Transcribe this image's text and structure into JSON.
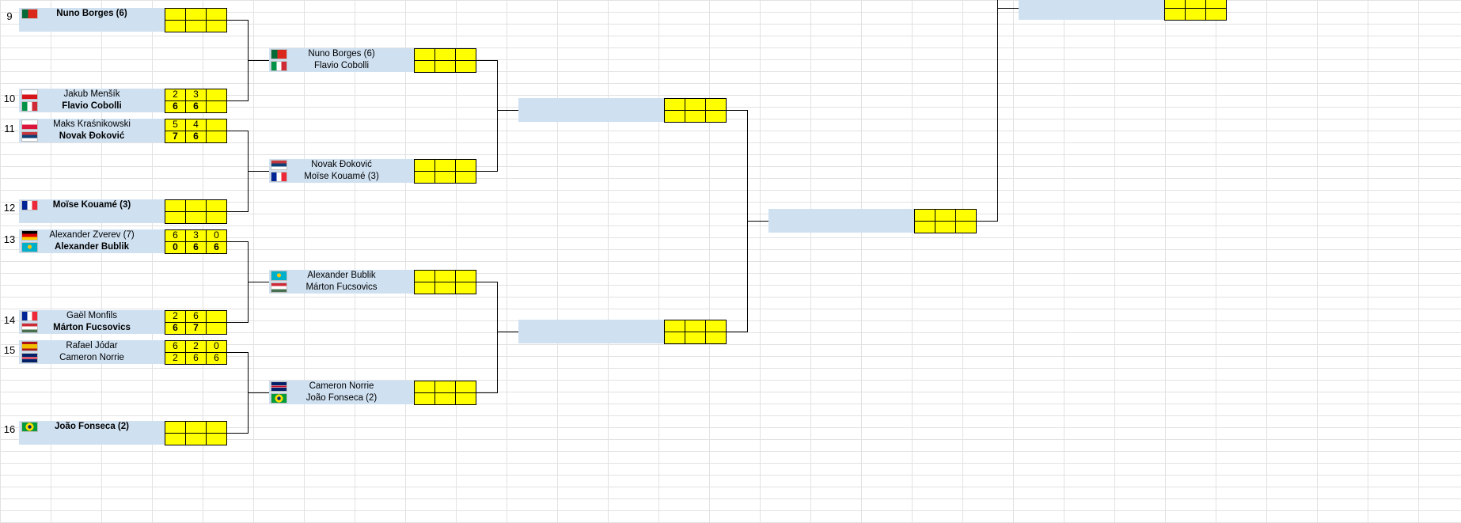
{
  "colors": {
    "name_fill": "#cfe0f1",
    "score_fill": "#ffff00",
    "gridline": "#e2e2e2",
    "connector": "#000000"
  },
  "round1": [
    {
      "seed": "9",
      "players": [
        {
          "name": "Nuno Borges (6)",
          "flag": "portugal-flag-icon",
          "winner": true,
          "scores": [
            "",
            "",
            ""
          ]
        },
        {
          "name": "",
          "flag": "",
          "winner": false,
          "scores": [
            "",
            "",
            ""
          ]
        }
      ]
    },
    {
      "seed": "10",
      "players": [
        {
          "name": "Jakub Menšík",
          "flag": "czech-flag-icon",
          "winner": false,
          "scores": [
            "2",
            "3",
            ""
          ]
        },
        {
          "name": "Flavio Cobolli",
          "flag": "italy-flag-icon",
          "winner": true,
          "scores": [
            "6",
            "6",
            ""
          ]
        }
      ]
    },
    {
      "seed": "11",
      "players": [
        {
          "name": "Maks Kraśnikowski",
          "flag": "poland-flag-icon",
          "winner": false,
          "scores": [
            "5",
            "4",
            ""
          ]
        },
        {
          "name": "Novak Đoković",
          "flag": "serbia-flag-icon",
          "winner": true,
          "scores": [
            "7",
            "6",
            ""
          ]
        }
      ]
    },
    {
      "seed": "12",
      "players": [
        {
          "name": "Moïse Kouamé (3)",
          "flag": "france-flag-icon",
          "winner": true,
          "scores": [
            "",
            "",
            ""
          ]
        },
        {
          "name": "",
          "flag": "",
          "winner": false,
          "scores": [
            "",
            "",
            ""
          ]
        }
      ]
    },
    {
      "seed": "13",
      "players": [
        {
          "name": "Alexander Zverev (7)",
          "flag": "germany-flag-icon",
          "winner": false,
          "scores": [
            "6",
            "3",
            "0"
          ]
        },
        {
          "name": "Alexander Bublik",
          "flag": "kazakhstan-flag-icon",
          "winner": true,
          "scores": [
            "0",
            "6",
            "6"
          ]
        }
      ]
    },
    {
      "seed": "14",
      "players": [
        {
          "name": "Gaël Monfils",
          "flag": "france-flag-icon",
          "winner": false,
          "scores": [
            "2",
            "6",
            ""
          ]
        },
        {
          "name": "Márton Fucsovics",
          "flag": "hungary-flag-icon",
          "winner": true,
          "scores": [
            "6",
            "7",
            ""
          ]
        }
      ]
    },
    {
      "seed": "15",
      "players": [
        {
          "name": "Rafael Jódar",
          "flag": "spain-flag-icon",
          "winner": false,
          "scores": [
            "6",
            "2",
            "0"
          ]
        },
        {
          "name": "Cameron Norrie",
          "flag": "uk-flag-icon",
          "winner": false,
          "scores": [
            "2",
            "6",
            "6"
          ]
        }
      ]
    },
    {
      "seed": "16",
      "players": [
        {
          "name": "João Fonseca (2)",
          "flag": "brazil-flag-icon",
          "winner": true,
          "scores": [
            "",
            "",
            ""
          ]
        },
        {
          "name": "",
          "flag": "",
          "winner": false,
          "scores": [
            "",
            "",
            ""
          ]
        }
      ]
    }
  ],
  "round2": [
    {
      "players": [
        {
          "name": "Nuno Borges (6)",
          "flag": "portugal-flag-icon",
          "winner": false,
          "scores": [
            "",
            "",
            ""
          ]
        },
        {
          "name": "Flavio Cobolli",
          "flag": "italy-flag-icon",
          "winner": false,
          "scores": [
            "",
            "",
            ""
          ]
        }
      ]
    },
    {
      "players": [
        {
          "name": "Novak Đoković",
          "flag": "serbia-flag-icon",
          "winner": false,
          "scores": [
            "",
            "",
            ""
          ]
        },
        {
          "name": "Moïse Kouamé (3)",
          "flag": "france-flag-icon",
          "winner": false,
          "scores": [
            "",
            "",
            ""
          ]
        }
      ]
    },
    {
      "players": [
        {
          "name": "Alexander Bublik",
          "flag": "kazakhstan-flag-icon",
          "winner": false,
          "scores": [
            "",
            "",
            ""
          ]
        },
        {
          "name": "Márton Fucsovics",
          "flag": "hungary-flag-icon",
          "winner": false,
          "scores": [
            "",
            "",
            ""
          ]
        }
      ]
    },
    {
      "players": [
        {
          "name": "Cameron Norrie",
          "flag": "uk-flag-icon",
          "winner": false,
          "scores": [
            "",
            "",
            ""
          ]
        },
        {
          "name": "João Fonseca (2)",
          "flag": "brazil-flag-icon",
          "winner": false,
          "scores": [
            "",
            "",
            ""
          ]
        }
      ]
    }
  ],
  "round3": [
    {
      "players": [
        {
          "name": "",
          "flag": "",
          "winner": false,
          "scores": [
            "",
            "",
            ""
          ]
        },
        {
          "name": "",
          "flag": "",
          "winner": false,
          "scores": [
            "",
            "",
            ""
          ]
        }
      ]
    },
    {
      "players": [
        {
          "name": "",
          "flag": "",
          "winner": false,
          "scores": [
            "",
            "",
            ""
          ]
        },
        {
          "name": "",
          "flag": "",
          "winner": false,
          "scores": [
            "",
            "",
            ""
          ]
        }
      ]
    }
  ],
  "round4": [
    {
      "players": [
        {
          "name": "",
          "flag": "",
          "winner": false,
          "scores": [
            "",
            "",
            ""
          ]
        },
        {
          "name": "",
          "flag": "",
          "winner": false,
          "scores": [
            "",
            "",
            ""
          ]
        }
      ]
    }
  ],
  "round5": [
    {
      "players": [
        {
          "name": "",
          "flag": "",
          "winner": false,
          "scores": [
            "",
            "",
            ""
          ]
        },
        {
          "name": "",
          "flag": "",
          "winner": false,
          "scores": [
            "",
            "",
            ""
          ]
        }
      ]
    }
  ]
}
